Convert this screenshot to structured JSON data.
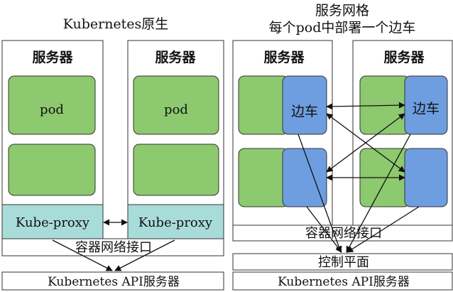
{
  "left": {
    "title": "Kubernetes原生",
    "server_label": "服务器",
    "pod_label": "pod",
    "proxy_label": "Kube-proxy",
    "cni_label": "容器网络接口",
    "api_label": "Kubernetes API服务器"
  },
  "right": {
    "title_line1": "服务网格",
    "title_line2": "每个pod中部署一个边车",
    "server_label": "服务器",
    "sidecar_label": "边车",
    "cni_label": "容器网络接口",
    "control_label": "控制平面",
    "api_label": "Kubernetes API服务器"
  },
  "colors": {
    "pod": "#8dc96f",
    "sidecar": "#6e9ee0",
    "proxy": "#a8dcd9"
  }
}
